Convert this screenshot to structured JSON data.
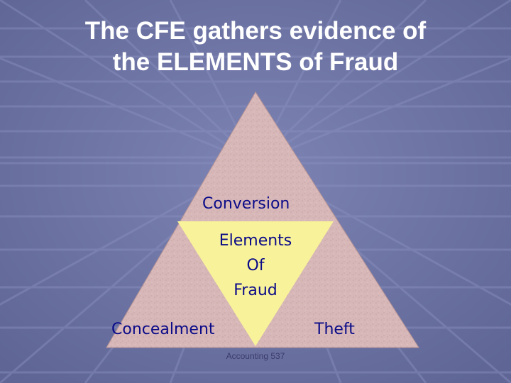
{
  "slide": {
    "title_line1": "The CFE gathers evidence of",
    "title_line2": "the ELEMENTS of Fraud",
    "footer": "Accounting 537"
  },
  "diagram": {
    "top_label": "Conversion",
    "center_lines": [
      "Elements",
      "Of",
      "Fraud"
    ],
    "left_label": "Concealment",
    "right_label": "Theft"
  },
  "colors": {
    "background": "#6f76a6",
    "outer_triangle": "#d7b7b7",
    "inner_triangle": "#f8f29a",
    "label_text": "#0b0b88",
    "title_text": "#ffffff"
  }
}
